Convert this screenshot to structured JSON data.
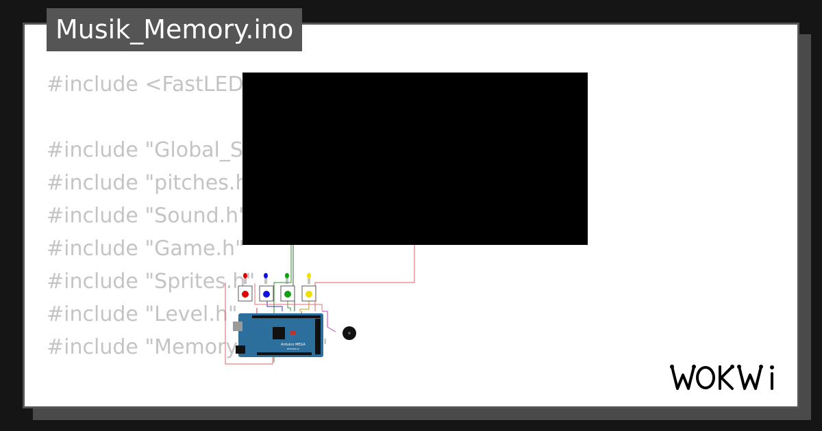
{
  "title": "Musik_Memory.ino",
  "code_lines": [
    "#include <FastLED.h>",
    "",
    "#include \"Global_Settings.h\"",
    "#include \"pitches.h\"",
    "#include \"Sound.h\"",
    "#include \"Game.h\"",
    "#include \"Sprites.h\"",
    "#include \"Level.h\"",
    "#include \"MemoryGame.h\""
  ],
  "simulation": {
    "board_label": "Arduino MEGA",
    "board_sublabel": "arduino.cc",
    "leds": [
      {
        "color_name": "red",
        "hex": "#e00000"
      },
      {
        "color_name": "blue",
        "hex": "#1010e0"
      },
      {
        "color_name": "green",
        "hex": "#10a010"
      },
      {
        "color_name": "yellow",
        "hex": "#f0e000"
      }
    ]
  },
  "logo": "WOKWi",
  "colors": {
    "background": "#151515",
    "card": "#ffffff",
    "tab": "#555555",
    "code_text": "#c4c4c4",
    "board": "#2c6e9c"
  }
}
